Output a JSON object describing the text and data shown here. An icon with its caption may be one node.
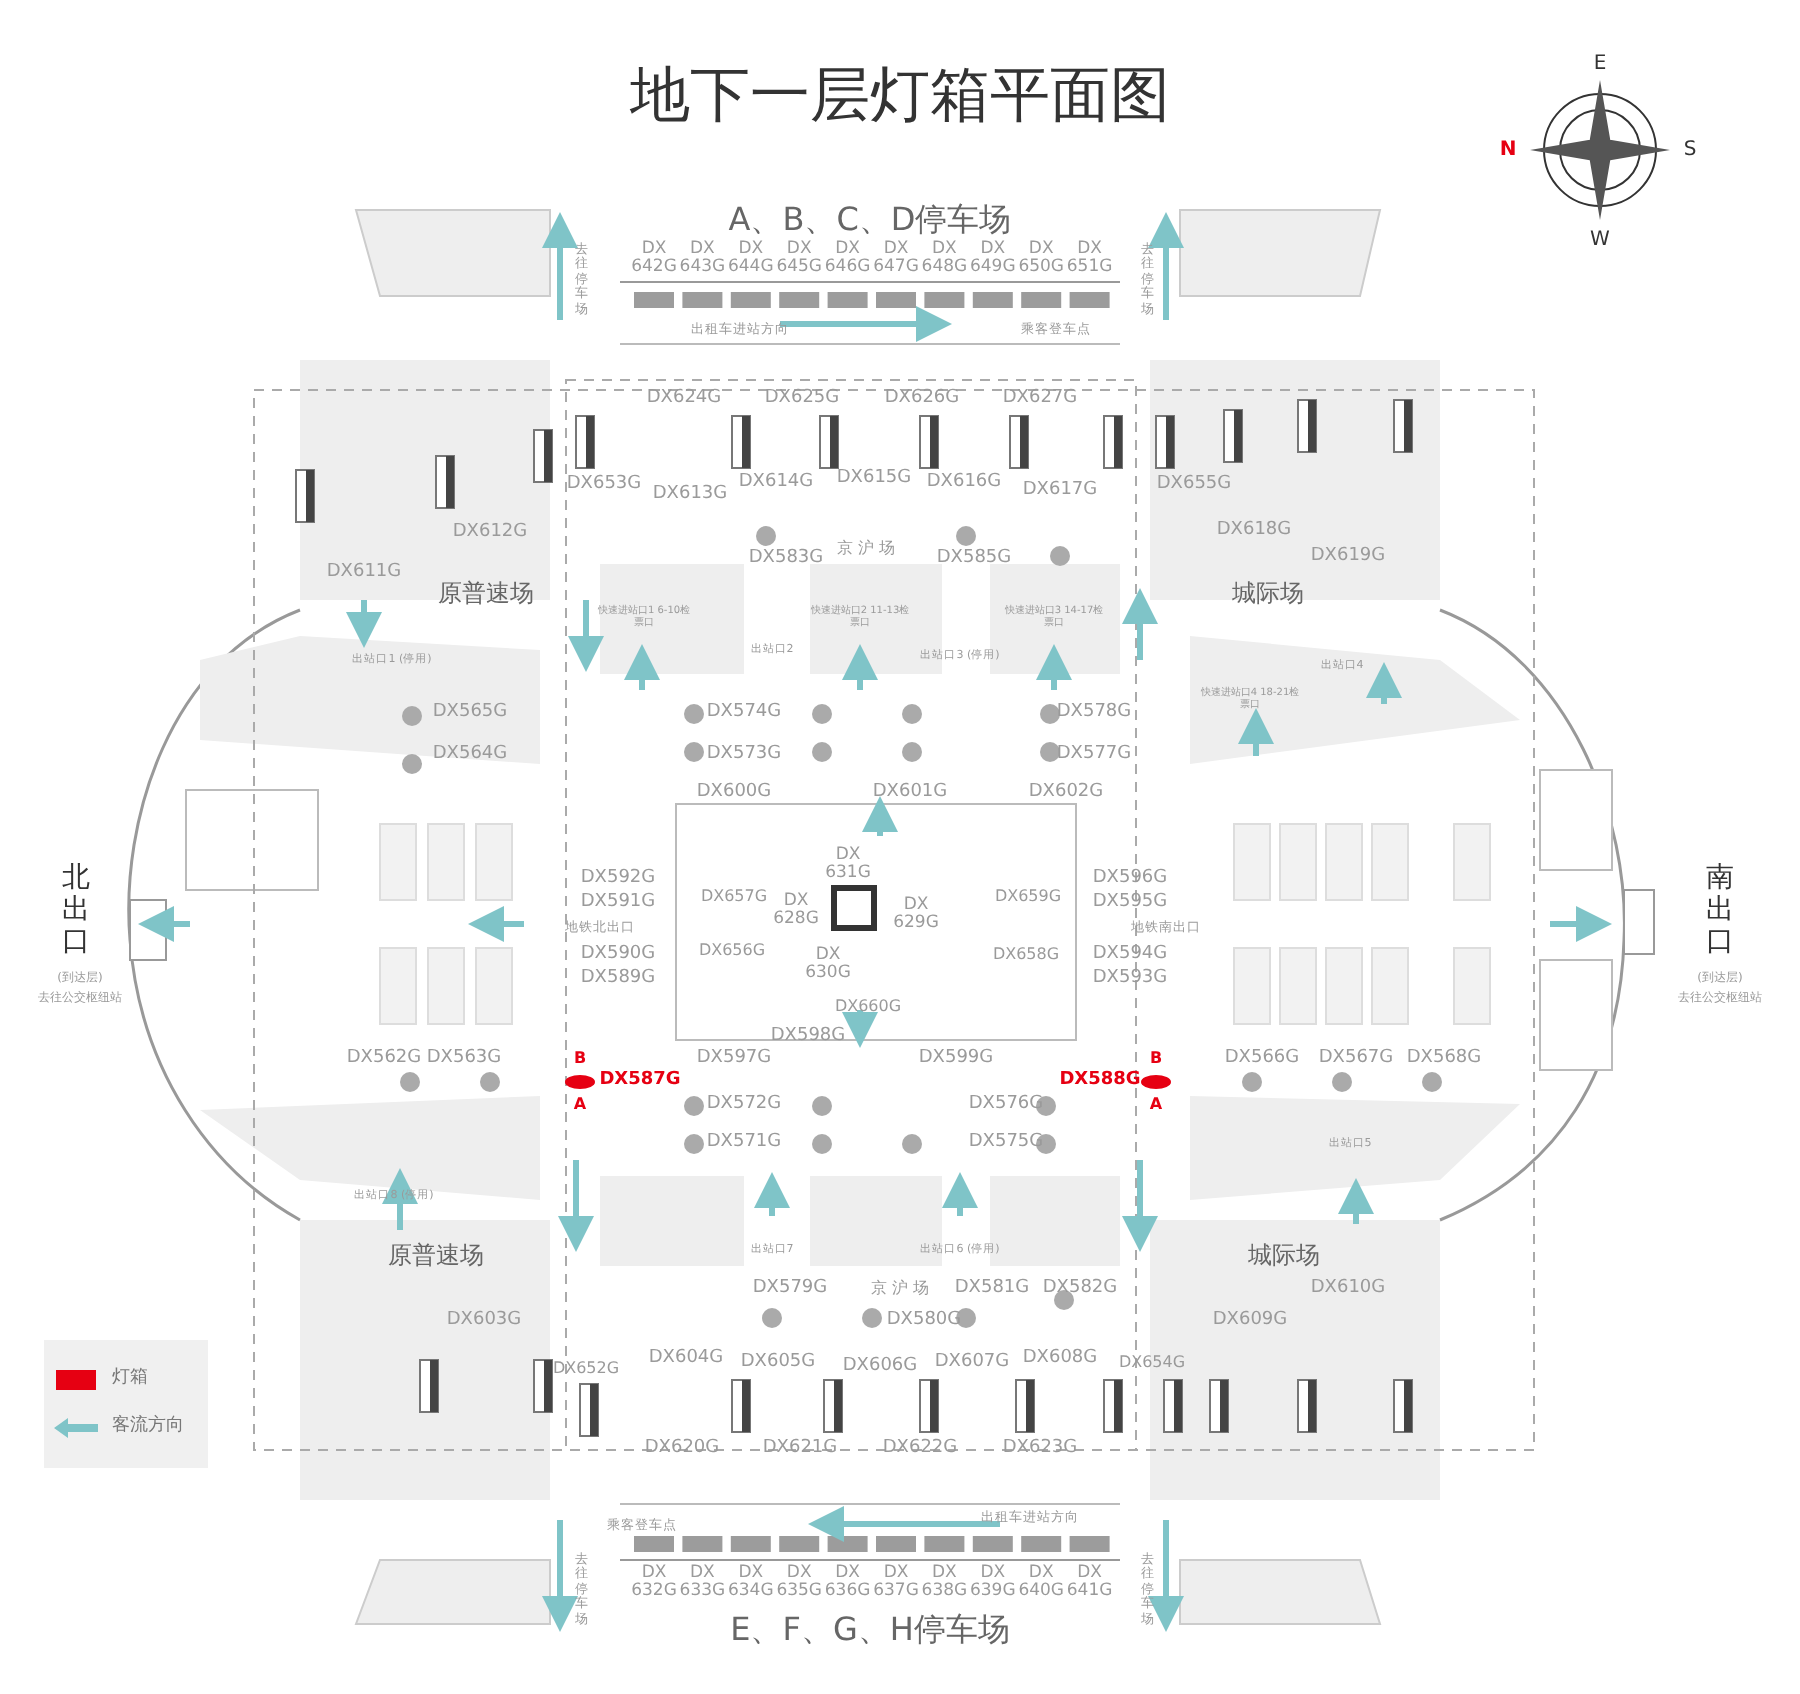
{
  "diagram": {
    "title": "地下一层灯箱平面图",
    "labels": [
      "A、B、C、D停车场",
      "DX 642G",
      "DX 643G",
      "DX 644G",
      "DX 645G",
      "DX 646G",
      "DX 647G",
      "DX 648G",
      "DX 649G",
      "DX 650G",
      "DX 651G",
      "去往停车场",
      "去往停车场",
      "出租车进站方向",
      "乘客登车点",
      "DX624G",
      "DX625G",
      "DX626G",
      "DX627G",
      "DX653G",
      "DX613G",
      "DX614G",
      "DX615G",
      "DX616G",
      "DX617G",
      "DX655G",
      "DX612G",
      "DX618G",
      "DX611G",
      "DX619G",
      "原普速场",
      "城际场",
      "DX583G",
      "京 沪 场",
      "DX585G",
      "快速进站口1 6-10检票口",
      "出站口2",
      "快速进站口2 11-13检票口",
      "出站口1 (停用)",
      "快速进站口3 14-17检票口",
      "出站口3 (停用)",
      "出站口4",
      "DX565G",
      "DX574G",
      "DX578G",
      "快速进站口4 18-21检票口",
      "DX564G",
      "DX573G",
      "DX577G",
      "DX600G",
      "DX601G",
      "DX602G",
      "DX 631G",
      "DX592G",
      "DX657G",
      "DX 628G",
      "DX 629G",
      "DX659G",
      "DX596G",
      "DX591G",
      "DX595G",
      "北出口",
      "地铁北出口",
      "地铁南出口",
      "南出口",
      "(到达层)",
      "去往公交枢纽站",
      "(到达层)",
      "去往公交枢纽站",
      "DX590G",
      "DX656G",
      "DX 630G",
      "DX658G",
      "DX594G",
      "DX589G",
      "DX593G",
      "DX660G",
      "DX598G",
      "DX562G",
      "DX563G",
      "B",
      "DX597G",
      "DX599G",
      "B",
      "DX566G",
      "DX567G",
      "DX568G",
      "DX587G",
      "DX588G",
      "A",
      "DX572G",
      "DX576G",
      "A",
      "DX571G",
      "DX575G",
      "出站口5",
      "出站口8 (停用)",
      "原普速场",
      "出站口7",
      "出站口6 (停用)",
      "城际场",
      "DX579G",
      "京 沪 场",
      "DX581G",
      "DX582G",
      "DX610G",
      "DX603G",
      "DX580G",
      "DX609G",
      "DX652G",
      "DX604G",
      "DX605G",
      "DX606G",
      "DX607G",
      "DX608G",
      "DX654G",
      "DX620G",
      "DX621G",
      "DX622G",
      "DX623G",
      "乘客登车点",
      "出租车进站方向",
      "去往停车场",
      "去往停车场",
      "DX 632G",
      "DX 633G",
      "DX 634G",
      "DX 635G",
      "DX 636G",
      "DX 637G",
      "DX 638G",
      "DX 639G",
      "DX 640G",
      "DX 641G",
      "E、F、G、H停车场",
      "E",
      "N",
      "S",
      "W"
    ],
    "legend": [
      {
        "text": "灯箱",
        "color": "#e60012"
      },
      {
        "text": "客流方向"
      }
    ]
  }
}
